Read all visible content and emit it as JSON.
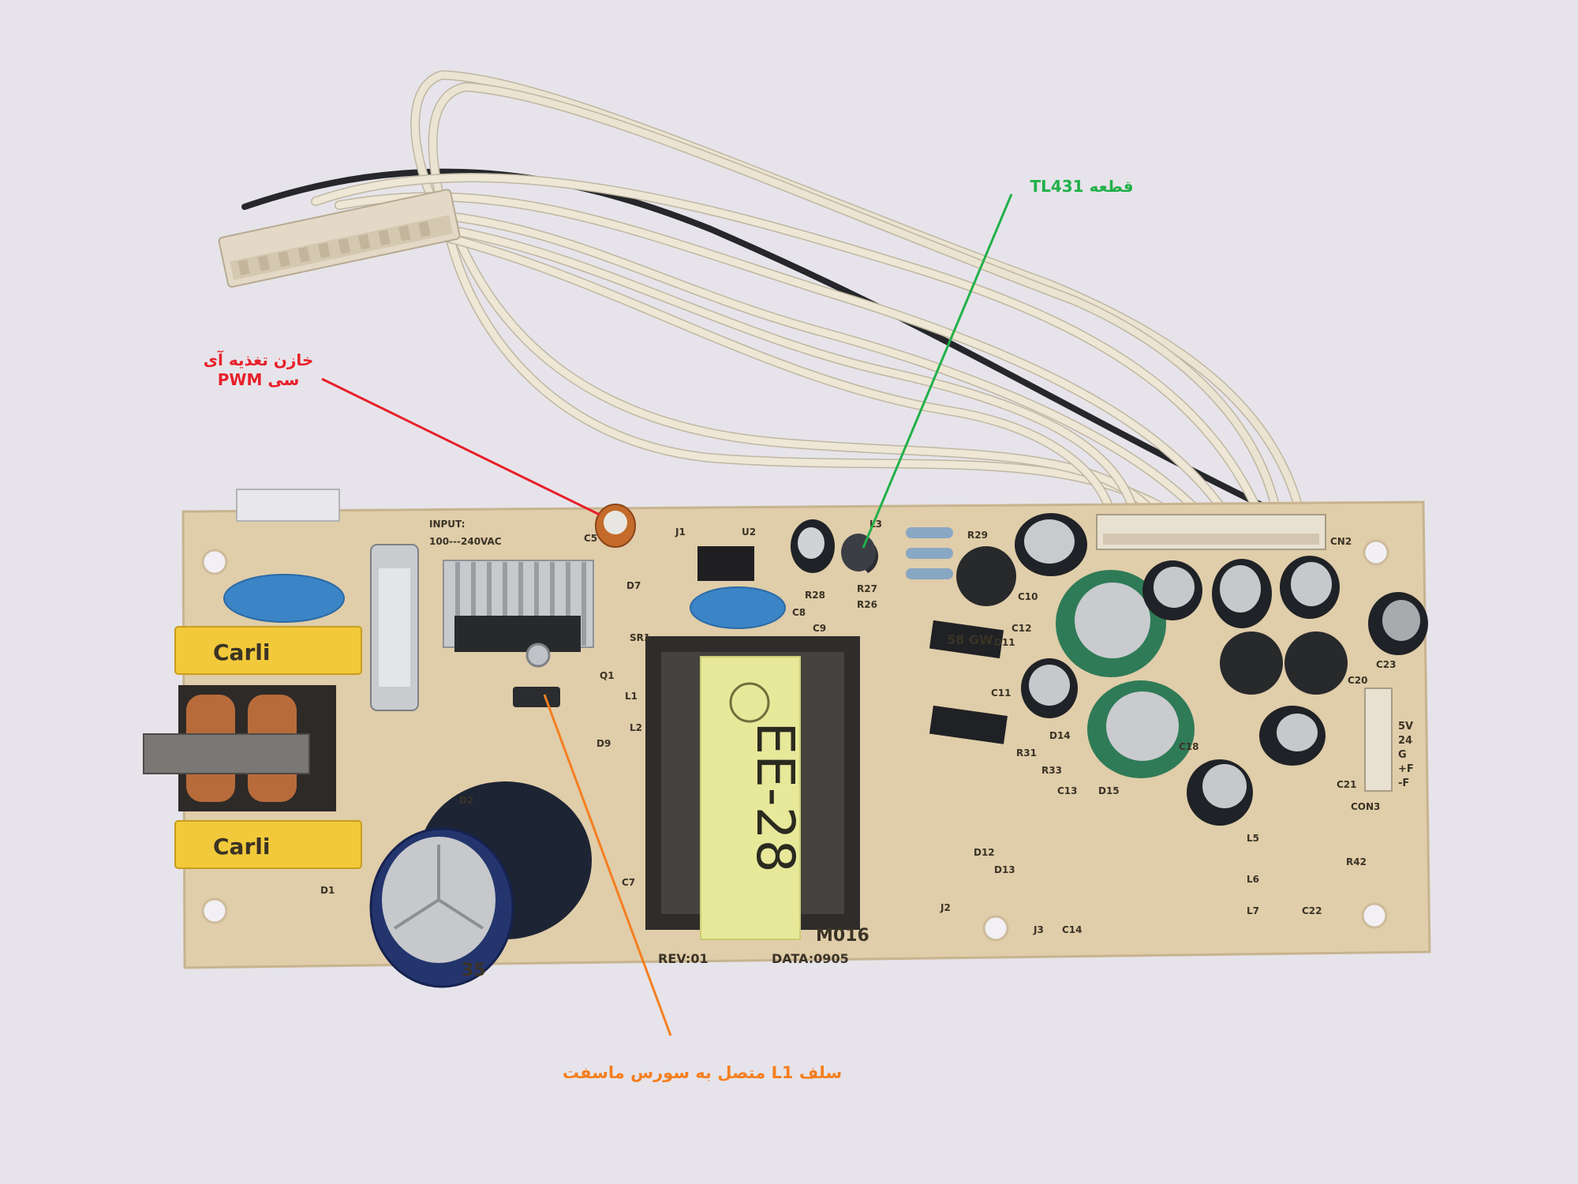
{
  "annotations": {
    "capacitor": {
      "line1": "خازن تغذیه آی",
      "line2": "سی PWM",
      "color": "#e8202a"
    },
    "tl431": {
      "text": "قطعه TL431",
      "color": "#22b04a"
    },
    "l1_coil": {
      "text": "سلف L1 متصل به سورس ماسفت",
      "color": "#f47f20"
    }
  },
  "board": {
    "input_label": "INPUT:",
    "input_voltage": "100---240VAC",
    "transformer_label": "EE-28",
    "rev": "REV:01",
    "data": "DATA:0905",
    "brand_x_caps": [
      "Carli",
      "Carli"
    ],
    "model_fragment": "M016",
    "components": [
      "C5",
      "J1",
      "U2",
      "L3",
      "R29",
      "C10",
      "R27",
      "R28",
      "R26",
      "C8",
      "C9",
      "D7",
      "SR1",
      "Q1",
      "L1",
      "L2",
      "D9",
      "C7",
      "D2",
      "D1",
      "D12",
      "D13",
      "J2",
      "J3",
      "C14",
      "C13",
      "D15",
      "R31",
      "R33",
      "C11",
      "D14",
      "L5",
      "L6",
      "L7",
      "C22",
      "R42",
      "C21",
      "CON3",
      "C23",
      "C20",
      "CN2",
      "D11",
      "C12",
      "C18"
    ],
    "con3_pins": [
      "5V",
      "24",
      "G",
      "+F",
      "-F"
    ],
    "main_cap_text": "35"
  },
  "colors": {
    "background": "#e6e4ea",
    "pcb": "#e6d4b2",
    "transformer_tape": "#e8e89a",
    "x_cap": "#f2c93a",
    "y_cap": "#3b84c6",
    "main_cap": "#24356e",
    "electrolytic_green": "#2f7b57",
    "electrolytic_black": "#1f2226",
    "wire": "#e9e1cf"
  }
}
